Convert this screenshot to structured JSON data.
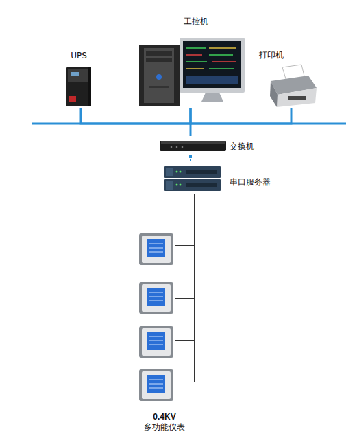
{
  "diagram": {
    "nodes": [
      {
        "text": [
          "UPS"
        ]
      },
      {
        "text": [
          "工控机"
        ]
      },
      {
        "text": [
          "打印机"
        ]
      },
      {
        "text": [
          "交换机"
        ]
      },
      {
        "text": [
          "串口服务器"
        ]
      },
      {
        "text": [
          "0.4KV",
          "多功能仪表"
        ]
      }
    ],
    "edges": [
      {
        "from": 0,
        "to": 1,
        "arrow": "none"
      },
      {
        "from": 1,
        "to": 2,
        "arrow": "none"
      },
      {
        "from": 1,
        "to": 3,
        "arrow": "none"
      },
      {
        "from": 3,
        "to": 4,
        "arrow": "none"
      },
      {
        "from": 4,
        "to": 5,
        "arrow": "none"
      }
    ]
  }
}
